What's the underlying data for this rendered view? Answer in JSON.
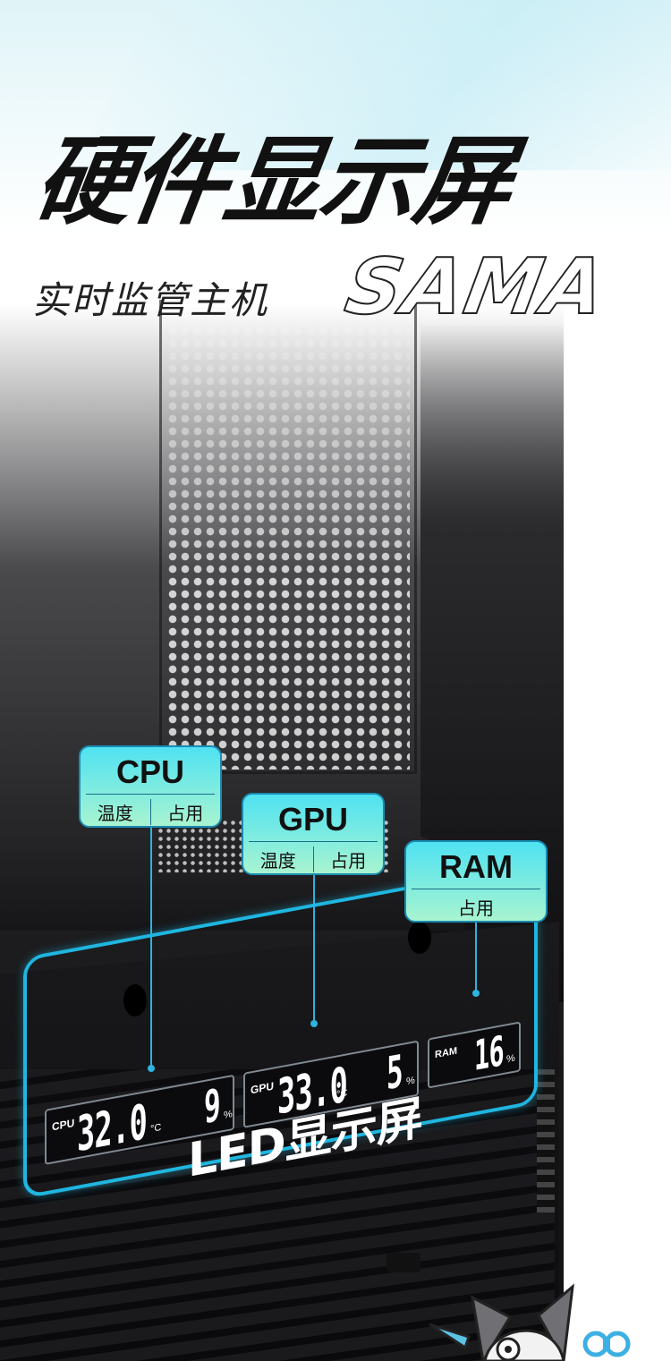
{
  "colors": {
    "accent": "#1fb6e0",
    "tag_top": "#4fe2f2",
    "tag_bottom": "#a8f4d0",
    "dark": "#111111"
  },
  "title": "硬件显示屏",
  "subtitle": "实时监管主机",
  "brand": "SAMA",
  "led_label": "LED显示屏",
  "callouts": {
    "cpu": {
      "label": "CPU",
      "left": "温度",
      "right": "占用"
    },
    "gpu": {
      "label": "GPU",
      "left": "温度",
      "right": "占用"
    },
    "ram": {
      "label": "RAM",
      "single": "占用"
    }
  },
  "displays": {
    "cpu": {
      "label": "CPU",
      "temp": "32.0",
      "temp_unit": "°C",
      "usage": "9",
      "usage_unit": "%"
    },
    "gpu": {
      "label": "GPU",
      "temp": "33.0",
      "temp_unit": "°C",
      "usage": "5",
      "usage_unit": "%"
    },
    "ram": {
      "label": "RAM",
      "usage": "16",
      "usage_unit": "%"
    }
  }
}
